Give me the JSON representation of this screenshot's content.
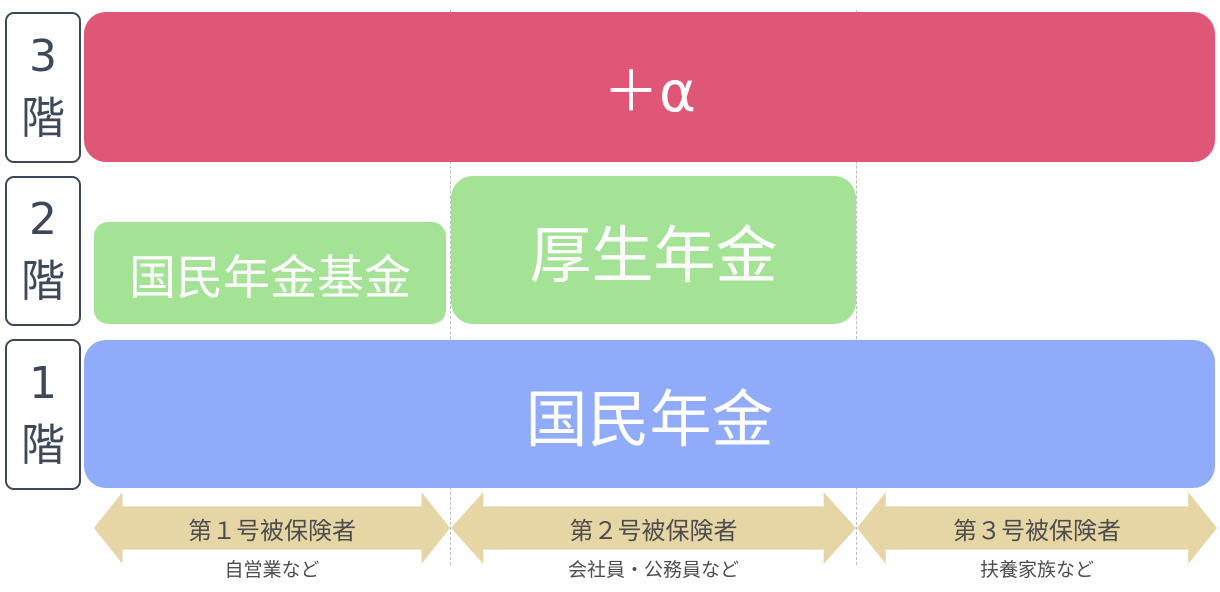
{
  "floors": [
    {
      "num": "3",
      "suffix": "階"
    },
    {
      "num": "2",
      "suffix": "階"
    },
    {
      "num": "1",
      "suffix": "階"
    }
  ],
  "bars": {
    "floor3": "＋α",
    "floor2_left": "国民年金基金",
    "floor2_center": "厚生年金",
    "floor1": "国民年金"
  },
  "insured": [
    {
      "label": "第１号被保険者",
      "sub": "自営業など"
    },
    {
      "label": "第２号被保険者",
      "sub": "会社員・公務員など"
    },
    {
      "label": "第３号被保険者",
      "sub": "扶養家族など"
    }
  ],
  "colors": {
    "floor3": "#e05676",
    "floor2": "#a4e396",
    "floor1": "#8fabfa",
    "arrow": "#e6d6a6",
    "label_border": "#3f4858"
  }
}
